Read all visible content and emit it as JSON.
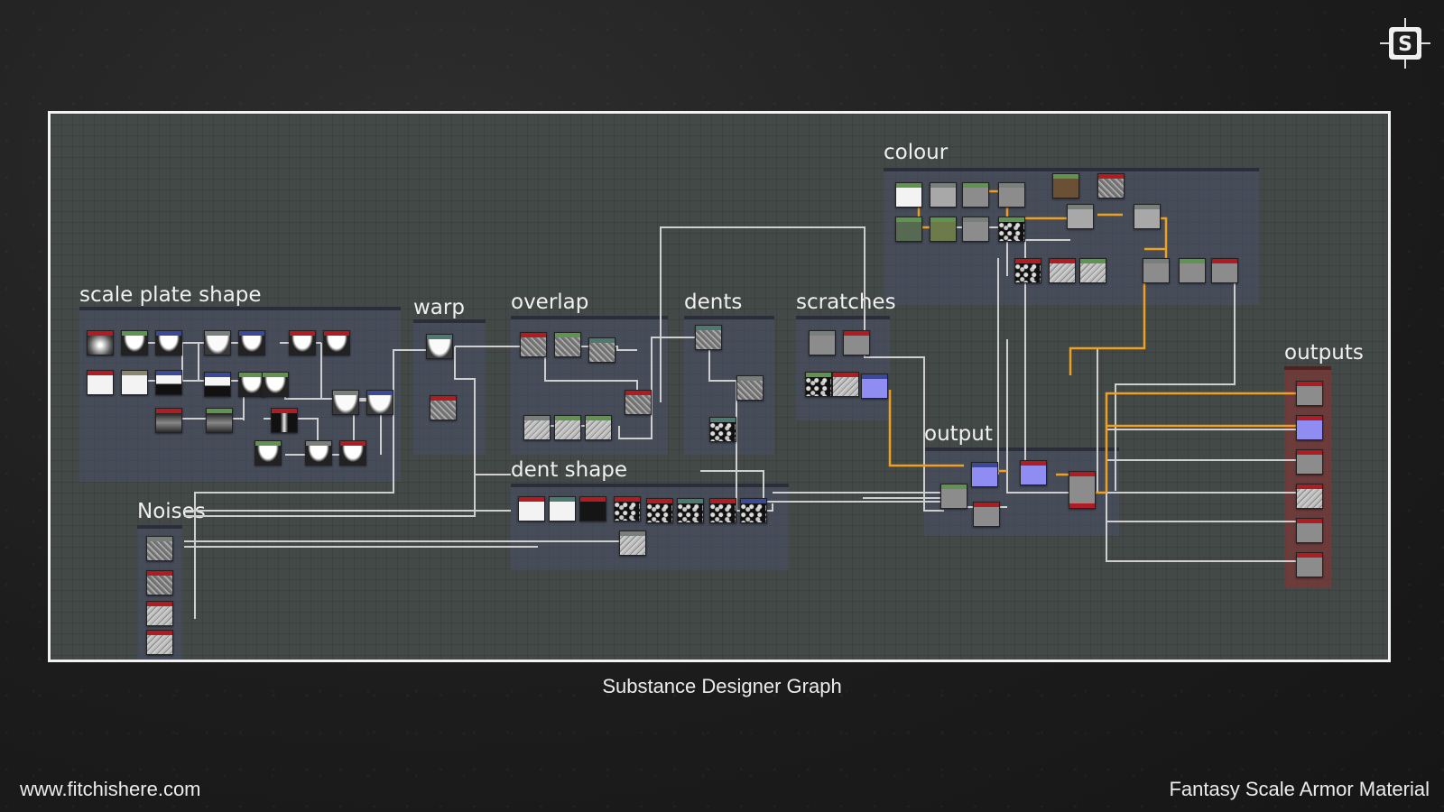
{
  "frames": [
    {
      "label": "colour"
    },
    {
      "label": "scale plate shape"
    },
    {
      "label": "warp"
    },
    {
      "label": "overlap"
    },
    {
      "label": "dents"
    },
    {
      "label": "scratches"
    },
    {
      "label": "outputs"
    },
    {
      "label": "output"
    },
    {
      "label": "dent shape"
    },
    {
      "label": "Noises"
    }
  ],
  "caption": "Substance Designer Graph",
  "footer": {
    "website": "www.fitchishere.com",
    "title": "Fantasy Scale Armor Material"
  },
  "logo": {
    "icon": "substance-s-logo-icon"
  },
  "colors": {
    "wire": "#cfcfcf",
    "wire_orange": "#f0a020",
    "frame_border": "#f2f2f2"
  }
}
